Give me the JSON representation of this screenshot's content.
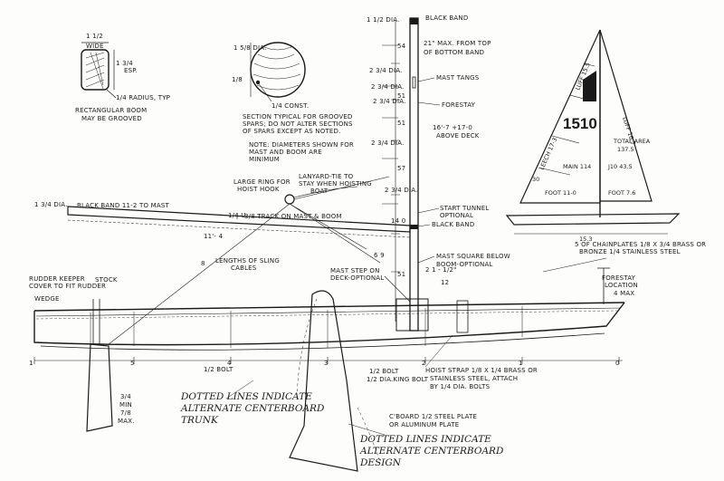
{
  "boom_section": {
    "top_dim": "1 1/2",
    "top_sub": "WIDE",
    "side_dim": "1 3/4",
    "side_sub": "ESP.",
    "radius": "1/4 RADIUS, TYP",
    "caption_1": "RECTANGULAR BOOM",
    "caption_2": "MAY BE GROOVED"
  },
  "spar_section": {
    "dia": "1 5/8 DIA.",
    "const": "1/4 CONST.",
    "small": "1/8",
    "note_1": "SECTION TYPICAL FOR GROOVED",
    "note_2": "SPARS; DO NOT ALTER SECTIONS",
    "note_3": "OF SPARS EXCEPT    AS NOTED.",
    "note_4": "NOTE: DIAMETERS SHOWN FOR",
    "note_5": "MAST AND BOOM ARE",
    "note_6": "MINIMUM"
  },
  "mast": {
    "top_dia": "1 1/2 DIA.",
    "black_band": "BLACK BAND",
    "max_1": "21\" MAX. FROM TOP",
    "max_2": "OF BOTTOM BAND",
    "dim_54": "54",
    "dim_51a": "51",
    "dim_51b": "51",
    "dim_57": "57",
    "dim_51c": "51",
    "dia_a": "2 3/4 DIA.",
    "dia_b": "2 3/4 DIA.",
    "dia_c": "2 3/4 DIA.",
    "dia_d": "2 3/4 DIA.",
    "dia_e": "2 3/4 DIA.",
    "mast_tangs": "MAST TANGS",
    "forestay": "FORESTAY",
    "above_deck_1": "16'-7 +17-0",
    "above_deck_2": "ABOVE DECK",
    "start_tunnel_1": "START TUNNEL",
    "start_tunnel_2": "OPTIONAL",
    "black_band_2": "BLACK BAND",
    "square_1": "MAST SQUARE BELOW",
    "square_2": "BOOM-OPTIONAL",
    "step_1": "MAST STEP ON",
    "step_2": "DECK-OPTIONAL",
    "h_dim": "14 0",
    "v_dim": "6 9",
    "half": "2 1 - 1/2\""
  },
  "boom": {
    "dia": "1 3/4 DIA.",
    "black_band": "BLACK BAND 11-2 TO MAST",
    "ring_1": "LARGE RING FOR",
    "ring_2": "HOIST HOOK",
    "lanyard_1": "LANYARD-TIE TO",
    "lanyard_2": "STAY WHEN HOISTING",
    "lanyard_3": "BOAT",
    "track_small": "1/4 U",
    "track": "3/8 TRACK ON MAST & BOOM",
    "length": "11'- 4",
    "sling_1": "LENGTHS OF SLING",
    "sling_2": "CABLES",
    "sling_dim": "8"
  },
  "sail_plan": {
    "sail_no": "1510",
    "total_area_1": "TOTAL AREA",
    "total_area_2": "137.5",
    "main": "MAIN 114",
    "jib": "J10 43.5",
    "foot_main": "FOOT 11-0",
    "foot_jib": "FOOT 7.6",
    "luff_main": "LUFF 15.5",
    "leech_main": "LEECH 17-3",
    "luff_jib": "LUFF 16.7",
    "dim_30": "30",
    "length": "15.3"
  },
  "hull": {
    "chain_1": "5 OF CHAINPLATES 1/8 X 3/4 BRASS OR",
    "chain_2": "BRONZE 1/4 STAINLESS STEEL",
    "forestay_1": "FORESTAY",
    "forestay_2": "LOCATION",
    "forestay_3": "4 MAX",
    "rudder_1": "RUDDER KEEPER",
    "rudder_2": "COVER TO FIT RUDDER",
    "rudder_3": "STOCK",
    "wedge": "WEDGE",
    "dim_12": "12",
    "station_1": "1",
    "station_2": "2",
    "station_3": "3",
    "station_4": "4",
    "station_5": "5",
    "station_0": "0",
    "station_1b": "1",
    "half_bolt": "1/2 BOLT",
    "bolt_1": "1/2 BOLT",
    "bolt_2": "1/2 DIA.KING BOLT",
    "hoist_1": "HOIST STRAP 1/8 X 1/4 BRASS OR",
    "hoist_2": "STAINLESS STEEL, ATTACH",
    "hoist_3": "BY 1/4 DIA. BOLTS",
    "min_1": "3/4",
    "min_2": "MIN",
    "min_3": "7/8",
    "min_4": "MAX."
  },
  "notes": {
    "trunk_1": "DOTTED LINES INDICATE",
    "trunk_2": "ALTERNATE CENTERBOARD",
    "trunk_3": "TRUNK",
    "plate_1": "C'BOARD 1/2 STEEL PLATE",
    "plate_2": "OR ALUMINUM PLATE",
    "design_1": "DOTTED LINES INDICATE",
    "design_2": "ALTERNATE CENTERBOARD",
    "design_3": "DESIGN"
  }
}
